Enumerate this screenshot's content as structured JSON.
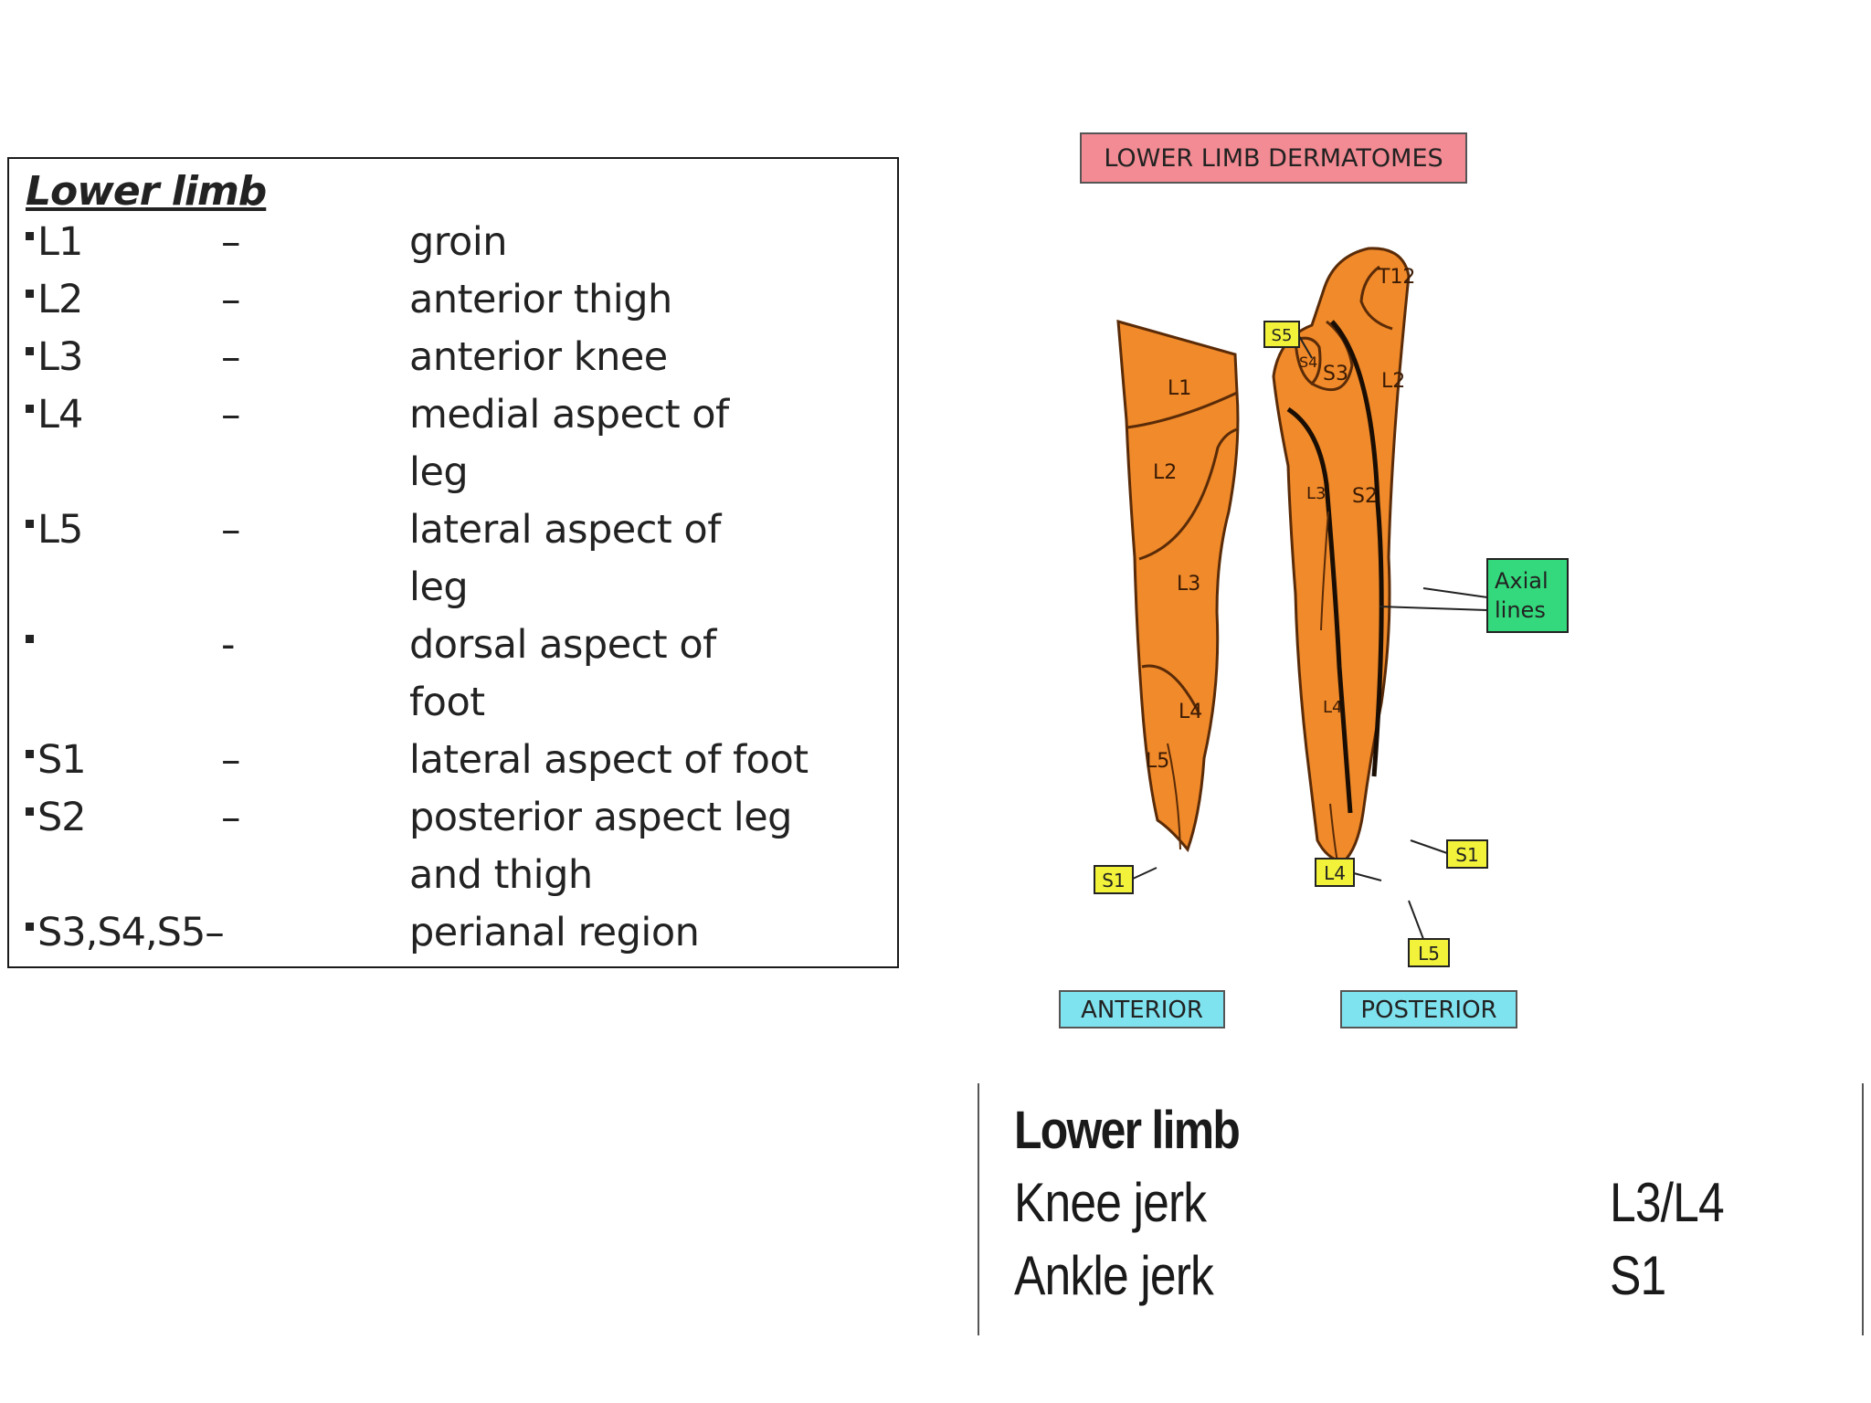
{
  "dermatome_table": {
    "title": "Lower limb",
    "rows": [
      {
        "code": "L1",
        "dash": "–",
        "desc_lines": [
          "groin"
        ]
      },
      {
        "code": "L2",
        "dash": "–",
        "desc_lines": [
          "anterior thigh"
        ]
      },
      {
        "code": "L3",
        "dash": "–",
        "desc_lines": [
          "anterior knee"
        ]
      },
      {
        "code": "L4",
        "dash": "–",
        "desc_lines": [
          "medial aspect of",
          "leg"
        ]
      },
      {
        "code": "L5",
        "dash": "–",
        "desc_lines": [
          "lateral aspect of",
          "leg"
        ]
      },
      {
        "code": "",
        "dash": "-",
        "desc_lines": [
          "dorsal aspect of",
          "foot"
        ]
      },
      {
        "code": "S1",
        "dash": "–",
        "desc_lines": [
          "lateral aspect of foot"
        ]
      },
      {
        "code": "S2",
        "dash": "–",
        "desc_lines": [
          "posterior aspect leg",
          "and thigh"
        ]
      },
      {
        "code": "S3,S4,S5",
        "dash": "–",
        "desc_lines": [
          "perianal region"
        ]
      }
    ]
  },
  "figure": {
    "title": "LOWER LIMB DERMATOMES",
    "anterior_label": "ANTERIOR",
    "posterior_label": "POSTERIOR",
    "axial_label_line1": "Axial",
    "axial_label_line2": "lines",
    "boxed_labels": {
      "s5": "S5",
      "s1_anterior": "S1",
      "s1_posterior": "S1",
      "l4": "L4",
      "l5": "L5"
    },
    "anterior_regions": {
      "l1": "L1",
      "l2": "L2",
      "l3": "L3",
      "l4": "L4",
      "l5": "L5"
    },
    "posterior_regions": {
      "t12": "T12",
      "s3": "S3",
      "s4": "S4",
      "l2": "L2",
      "s2": "S2",
      "l3": "L3",
      "l4": "L4"
    },
    "colors": {
      "skin": "#f08a2a",
      "title_bg": "#f28b93",
      "view_label_bg": "#7fe3ef",
      "axial_bg": "#33d97c",
      "boxed_bg": "#f2f23a"
    }
  },
  "reflex_table": {
    "title": "Lower limb",
    "rows": [
      {
        "name": "Knee jerk",
        "value": "L3/L4"
      },
      {
        "name": "Ankle jerk",
        "value": "S1"
      }
    ]
  }
}
